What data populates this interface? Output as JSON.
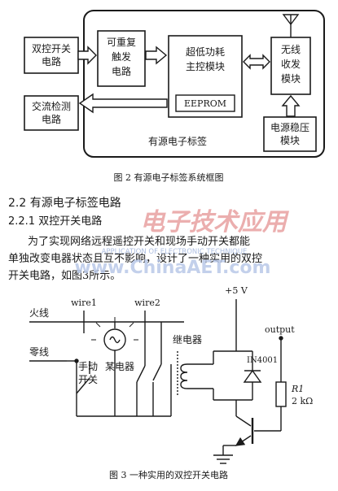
{
  "figure2": {
    "box_dual_switch": [
      "双控开关",
      "电路"
    ],
    "box_retrigger": [
      "可重复",
      "触发",
      "电路"
    ],
    "box_controller": [
      "超低功耗",
      "主控模块"
    ],
    "box_eeprom": "EEPROM",
    "box_wireless": [
      "无线",
      "收发",
      "模块"
    ],
    "box_ac_detect": [
      "交流检测",
      "电路"
    ],
    "box_power": [
      "电源稳压",
      "模块"
    ],
    "tag_label": "有源电子标签",
    "caption": "图 2  有源电子标签系统框图"
  },
  "section": {
    "heading_2_2": "2.2 有源电子标签电路",
    "heading_2_2_1": "2.2.1  双控开关电路",
    "paragraph_lines": [
      "为了实现网络远程遥控开关和现场手动开关都能",
      "单独改变电器状态且互不影响，设计了一种实用的双控",
      "开关电路，如图3所示。"
    ]
  },
  "watermark": {
    "logo": "电子技术应用",
    "subtitle": "APPLICATION OF ELECTRONIC TECHNIQUE",
    "url": "www.ChinaAET.com"
  },
  "figure3": {
    "wire1": "wire1",
    "wire2": "wire2",
    "live": "火线",
    "neutral": "零线",
    "manual_switch": [
      "手动",
      "开关"
    ],
    "appliance": "某电器",
    "relay": "继电器",
    "vcc": "+5 V",
    "diode": "IN4001",
    "output": "output",
    "r1_name": "R1",
    "r1_value": "2 kΩ",
    "caption": "图 3  一种实用的双控开关电路"
  }
}
